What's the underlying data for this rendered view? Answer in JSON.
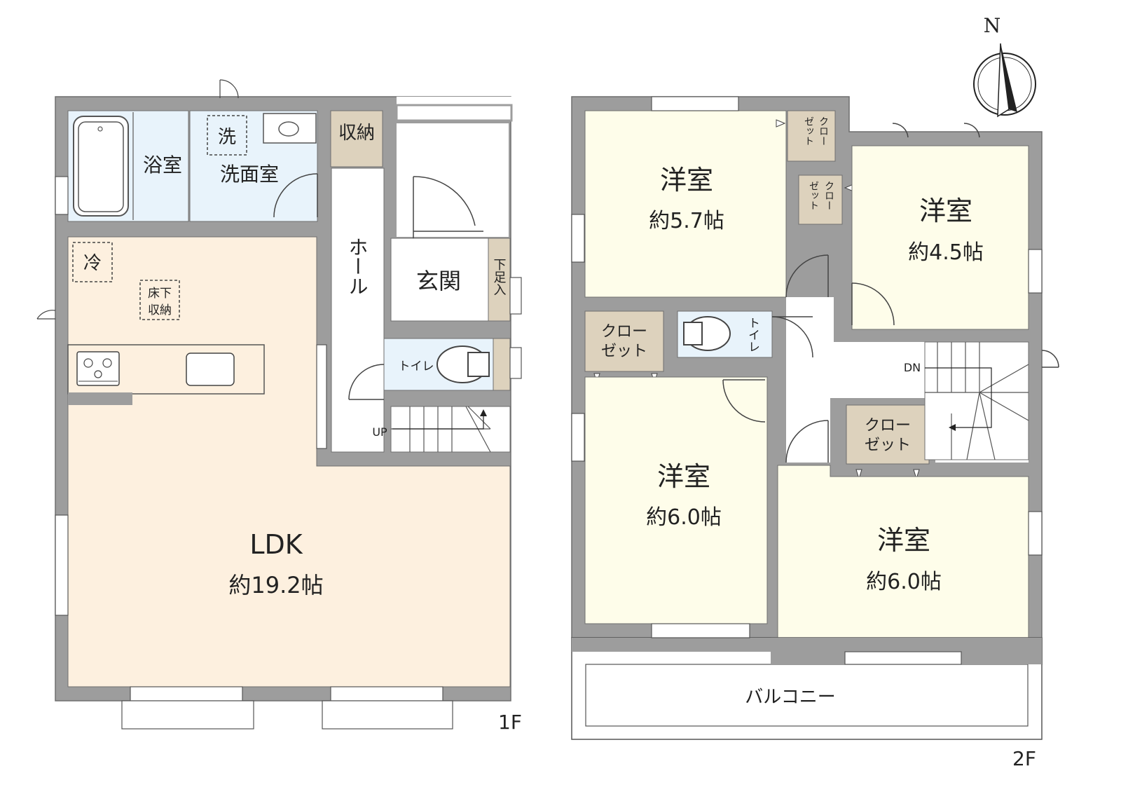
{
  "colors": {
    "wall": "#9d9d9d",
    "wall_stroke": "#6e6e6e",
    "ldk_floor": "#fdf0df",
    "bedroom_floor": "#fefdea",
    "wet_area": "#e8f3fb",
    "storage": "#ddd2bd",
    "white": "#ffffff"
  },
  "first_floor": {
    "floor_label": "1F",
    "bathroom": "浴室",
    "washroom": "洗面室",
    "washer": "洗",
    "storage": "収納",
    "hall": "ホール",
    "entrance": "玄関",
    "shoe_storage": "下足入",
    "toilet": "トイレ",
    "stairs_up": "UP",
    "fridge": "冷",
    "underfloor_storage_1": "床下",
    "underfloor_storage_2": "収納",
    "ldk_name": "LDK",
    "ldk_size": "約19.2帖"
  },
  "second_floor": {
    "floor_label": "2F",
    "room_a_name": "洋室",
    "room_a_size": "約5.7帖",
    "room_b_name": "洋室",
    "room_b_size": "約4.5帖",
    "room_c_name": "洋室",
    "room_c_size": "約6.0帖",
    "room_d_name": "洋室",
    "room_d_size": "約6.0帖",
    "closet_small": "クローゼット",
    "closet_1": "クロー",
    "closet_2": "ゼット",
    "toilet": "トイレ",
    "stairs_down": "DN",
    "balcony": "バルコニー"
  },
  "compass": {
    "north": "N"
  }
}
